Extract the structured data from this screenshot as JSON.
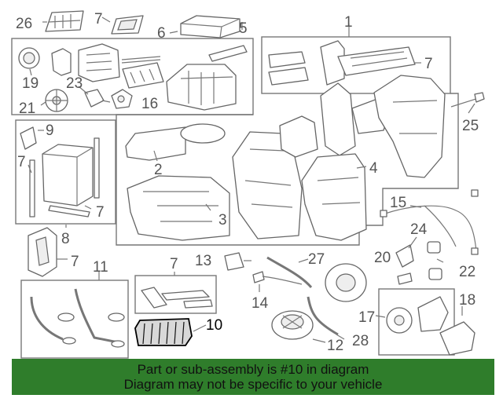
{
  "callouts": {
    "n1": "1",
    "n2": "2",
    "n3": "3",
    "n4": "4",
    "n5": "5",
    "n6": "6",
    "n7a": "7",
    "n7b": "7",
    "n7c": "7",
    "n7d": "7",
    "n7e": "7",
    "n7f": "7",
    "n8": "8",
    "n9": "9",
    "n10": "10",
    "n11": "11",
    "n12": "12",
    "n13": "13",
    "n14": "14",
    "n15": "15",
    "n16": "16",
    "n17": "17",
    "n18": "18",
    "n19": "19",
    "n20": "20",
    "n21": "21",
    "n22": "22",
    "n23": "23",
    "n24": "24",
    "n25": "25",
    "n26": "26",
    "n27": "27",
    "n28": "28"
  },
  "highlighted_part": "10",
  "banner": {
    "line1": "Part or sub-assembly is #10 in diagram",
    "line2": "Diagram may not be specific to your vehicle",
    "color": "#2f7d2b"
  }
}
